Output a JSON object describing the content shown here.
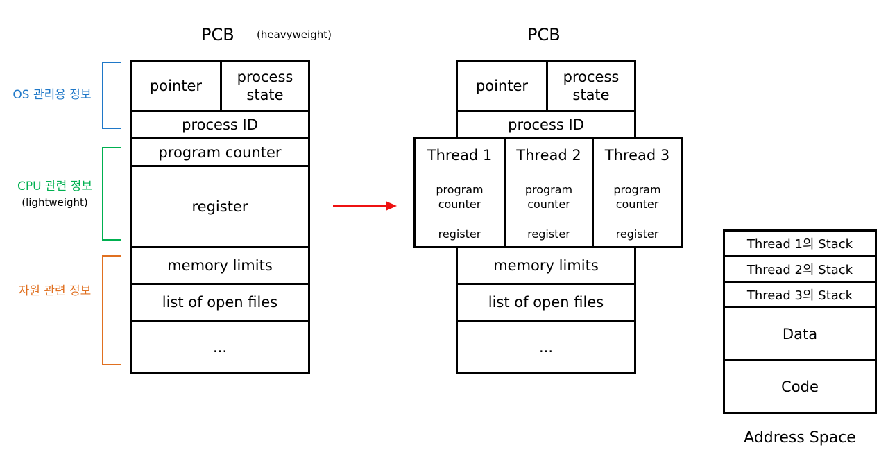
{
  "colors": {
    "os_bracket": "#1f78c8",
    "cpu_bracket": "#00b050",
    "resource_bracket": "#e07020",
    "arrow": "#ee1111"
  },
  "left_pcb": {
    "title": "PCB",
    "note": "(heavyweight)",
    "pointer": "pointer",
    "process_state": "process\nstate",
    "process_id": "process ID",
    "program_counter": "program counter",
    "register": "register",
    "memory_limits": "memory limits",
    "open_files": "list of open files",
    "ellipsis": "..."
  },
  "side_labels": {
    "os": "OS 관리용 정보",
    "cpu": "CPU 관련 정보",
    "cpu_note": "(lightweight)",
    "resource": "자원 관련 정보"
  },
  "right_pcb": {
    "title": "PCB",
    "pointer": "pointer",
    "process_state": "process\nstate",
    "process_id": "process ID",
    "threads": [
      {
        "title": "Thread 1",
        "pc": "program\ncounter",
        "reg": "register"
      },
      {
        "title": "Thread 2",
        "pc": "program\ncounter",
        "reg": "register"
      },
      {
        "title": "Thread 3",
        "pc": "program\ncounter",
        "reg": "register"
      }
    ],
    "memory_limits": "memory limits",
    "open_files": "list of open files",
    "ellipsis": "..."
  },
  "address_space": {
    "title": "Address Space",
    "stacks": [
      "Thread 1의 Stack",
      "Thread 2의 Stack",
      "Thread 3의 Stack"
    ],
    "data": "Data",
    "code": "Code"
  }
}
